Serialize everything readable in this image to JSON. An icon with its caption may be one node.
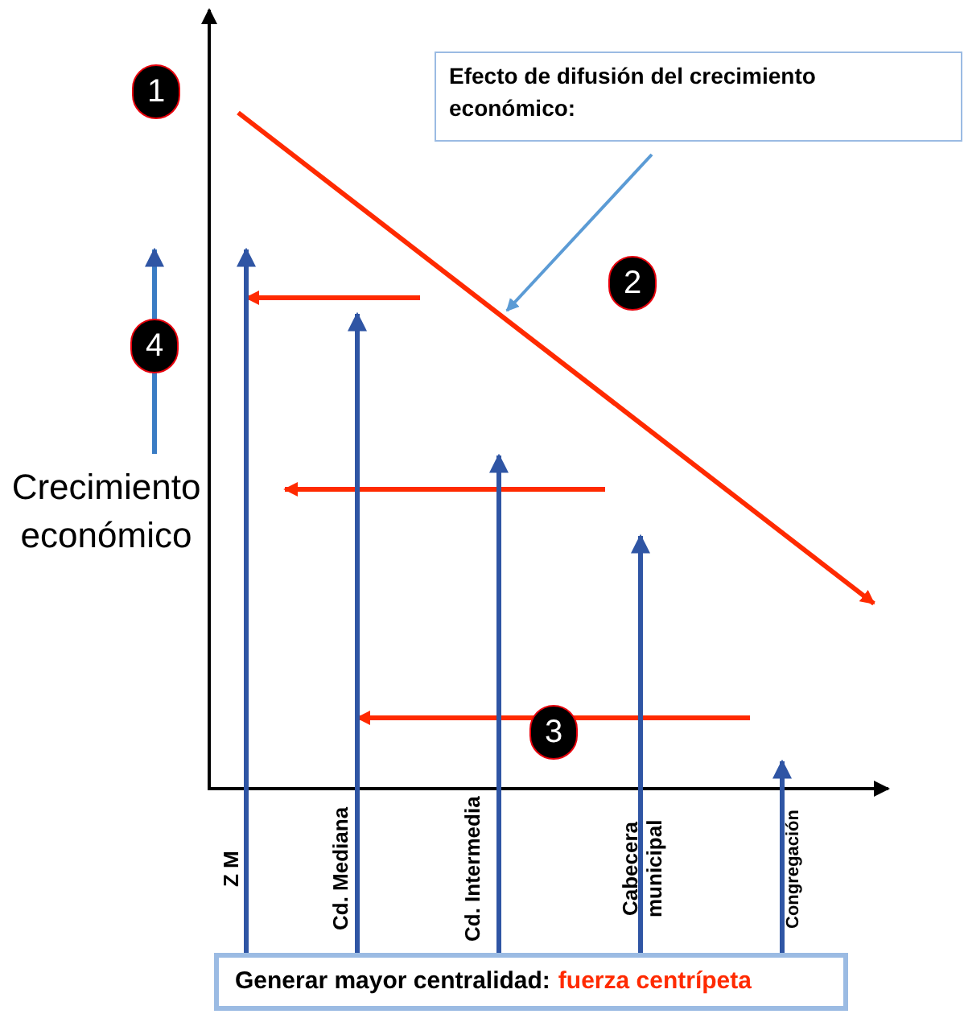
{
  "diagram": {
    "nodes": [
      {
        "text": [
          "Efecto de difusión del crecimiento económico:"
        ]
      },
      {
        "text": [
          "Generar mayor centralidad:",
          "fuerza centrípeta"
        ]
      },
      {
        "text": [
          "1"
        ]
      },
      {
        "text": [
          "2"
        ]
      },
      {
        "text": [
          "3"
        ]
      },
      {
        "text": [
          "4"
        ]
      }
    ],
    "edges": [
      {
        "from": 0,
        "to": null,
        "arrow": "to",
        "color": "#5b9bd5"
      },
      {
        "from": 1,
        "to": null,
        "arrow": "to"
      },
      {
        "from": 1,
        "to": null,
        "arrow": "to"
      },
      {
        "from": 1,
        "to": null,
        "arrow": "to"
      },
      {
        "from": 1,
        "to": null,
        "arrow": "to"
      },
      {
        "from": 1,
        "to": null,
        "arrow": "to"
      }
    ],
    "labels": [
      "Crecimiento económico",
      "Z M",
      "Cd. Mediana",
      "Cd. Intermedia",
      "Cabecera municipal",
      "Congregación"
    ]
  }
}
